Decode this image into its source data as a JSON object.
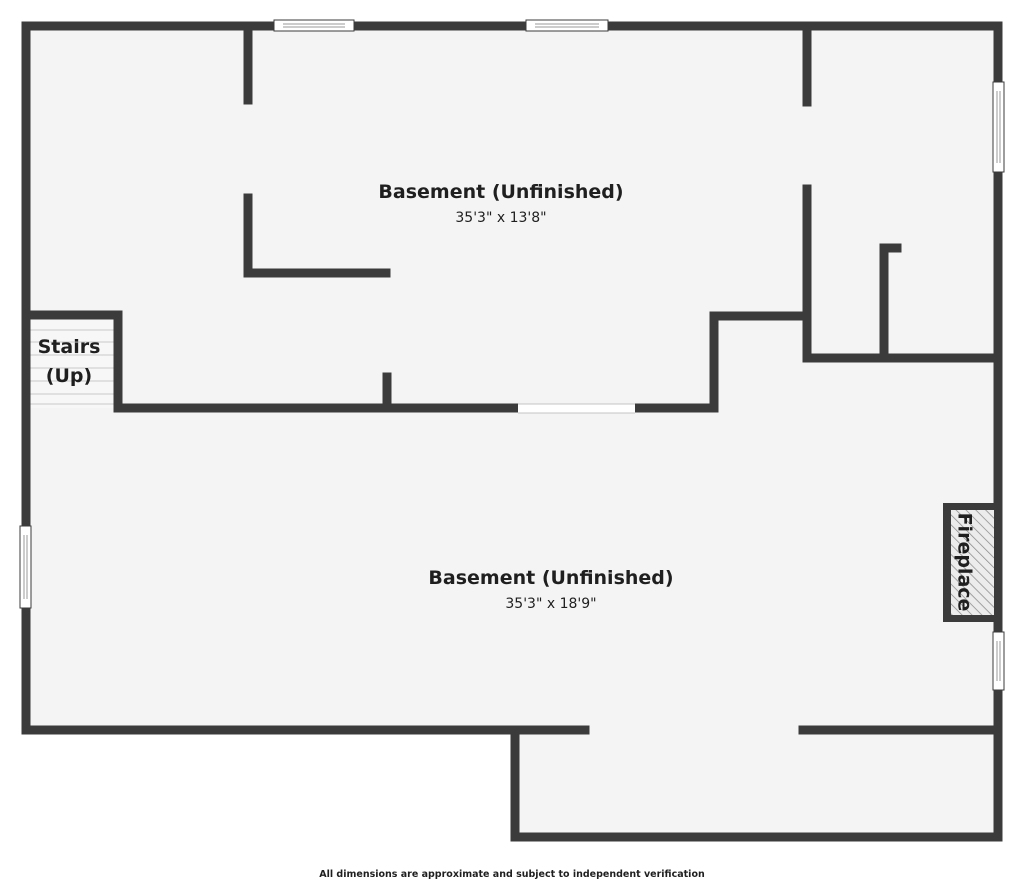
{
  "rooms": {
    "upper": {
      "name": "Basement (Unfinished)",
      "dimensions": "35'3\" x 13'8\""
    },
    "lower": {
      "name": "Basement (Unfinished)",
      "dimensions": "35'3\" x 18'9\""
    }
  },
  "stairs": {
    "line1": "Stairs",
    "line2": "(Up)"
  },
  "fireplace": {
    "label": "Fireplace"
  },
  "footer": {
    "disclaimer": "All dimensions are approximate and subject to independent verification"
  },
  "colors": {
    "wall": "#3b3b3b",
    "floor": "#f4f4f4",
    "background": "#ffffff"
  }
}
